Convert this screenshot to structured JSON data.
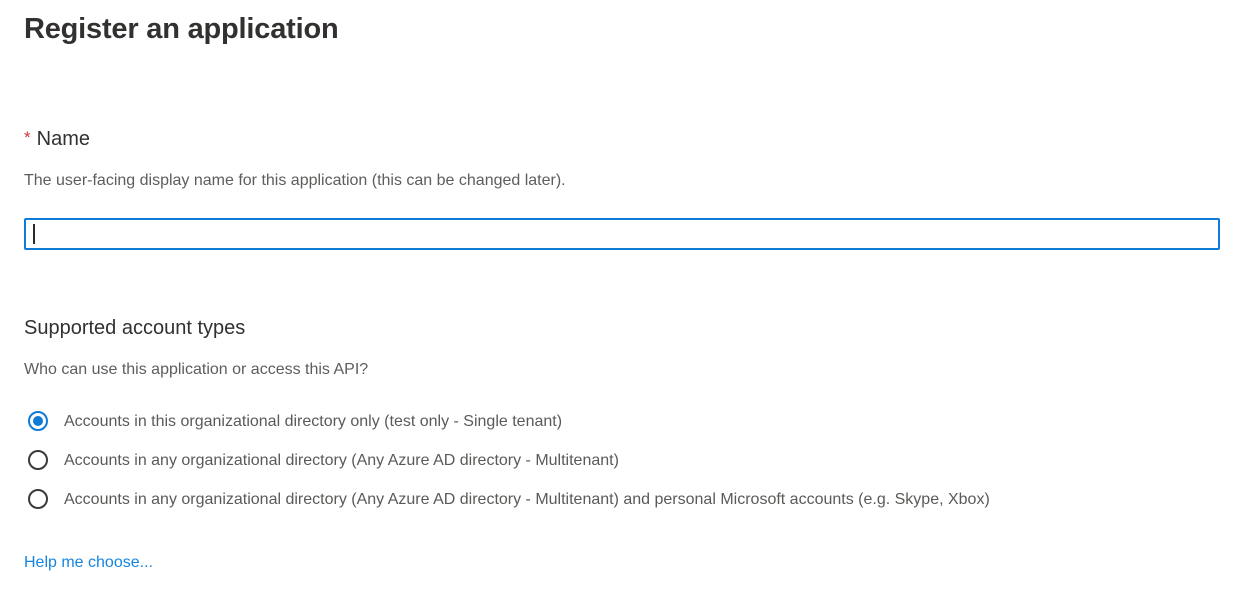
{
  "page": {
    "title": "Register an application"
  },
  "name_section": {
    "required_asterisk": "*",
    "label": "Name",
    "description": "The user-facing display name for this application (this can be changed later).",
    "input_value": "",
    "input_placeholder": ""
  },
  "account_types_section": {
    "heading": "Supported account types",
    "question": "Who can use this application or access this API?",
    "options": [
      {
        "label": "Accounts in this organizational directory only (test only - Single tenant)",
        "selected": true
      },
      {
        "label": "Accounts in any organizational directory (Any Azure AD directory - Multitenant)",
        "selected": false
      },
      {
        "label": "Accounts in any organizational directory (Any Azure AD directory - Multitenant) and personal Microsoft accounts (e.g. Skype, Xbox)",
        "selected": false
      }
    ],
    "help_link": "Help me choose..."
  },
  "colors": {
    "accent": "#0f7bd7",
    "link": "#1585e2",
    "required": "#d13438",
    "heading_text": "#323130",
    "body_text": "#5f5d5b"
  }
}
